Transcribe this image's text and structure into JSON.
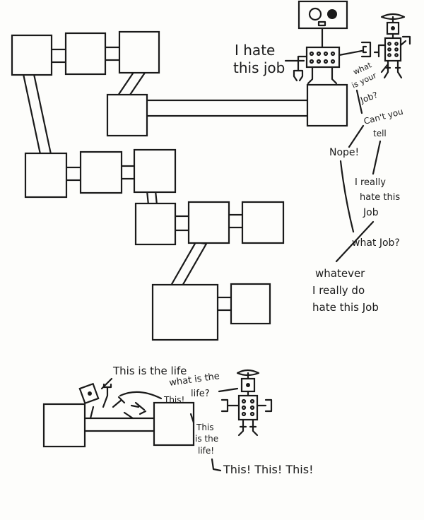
{
  "speech": {
    "top_robot_line1": "I hate",
    "top_robot_line2": "this job",
    "small_robot_q1_line1": "what",
    "small_robot_q1_line2": "is your",
    "small_robot_q1_line3": "Job?",
    "cant_you_tell_line1": "Can't you",
    "cant_you_tell_line2": "tell",
    "nope": "Nope!",
    "really_hate_line1": "I really",
    "really_hate_line2": "hate this",
    "really_hate_line3": "Job",
    "what_job": "what Job?",
    "whatever_line1": "whatever",
    "whatever_line2": "I really do",
    "whatever_line3": "hate this Job",
    "life_line": "This is the life",
    "what_is_life_line1": "what is the",
    "what_is_life_line2": "life?",
    "this_small": "This!",
    "this_is_life_line1": "This",
    "this_is_life_line2": "is the",
    "this_is_life_line3": "life!",
    "this_this_this": "This! This! This!"
  },
  "colors": {
    "ink": "#1a1a1a",
    "paper": "#fdfdfb"
  }
}
